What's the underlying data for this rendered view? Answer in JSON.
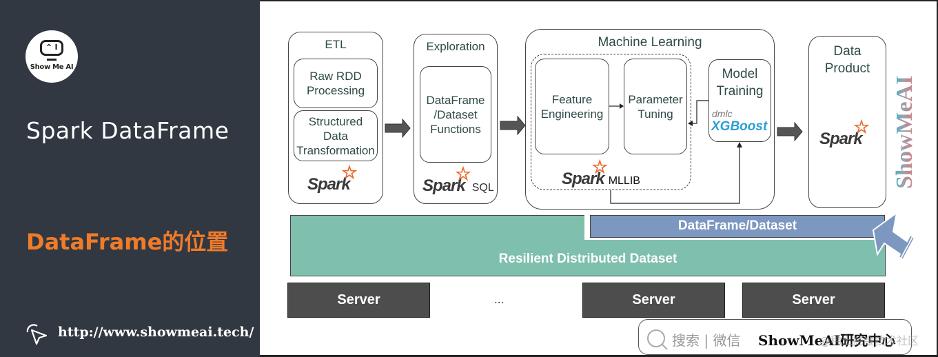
{
  "sidebar": {
    "logo_text": "Show Me AI",
    "logo_screen_text": "^ I",
    "title": "Spark DataFrame",
    "subtitle": "DataFrame的位置",
    "url": "http://www.showmeai.tech/",
    "accent_color": "#f07b29",
    "background_color": "#313842"
  },
  "diagram": {
    "etl": {
      "title": "ETL",
      "steps": [
        "Raw RDD\nProcessing",
        "Structured\nData\nTransformation"
      ],
      "logo": "Spark"
    },
    "exploration": {
      "title": "Exploration",
      "steps": [
        "DataFrame\n/Dataset\nFunctions"
      ],
      "logo": "Spark",
      "logo_suffix": "SQL"
    },
    "machine_learning": {
      "title": "Machine Learning",
      "feature_engineering": "Feature\nEngineering",
      "parameter_tuning": "Parameter\nTuning",
      "model_training": "Model\nTraining",
      "xgboost_prefix": "dmlc",
      "xgboost_label": "XGBoost",
      "logo": "Spark",
      "logo_suffix": "MLLIB"
    },
    "data_product": {
      "title": "Data\nProduct",
      "logo": "Spark"
    },
    "layers": {
      "dataframe": "DataFrame/Dataset",
      "rdd": "Resilient Distributed Dataset"
    },
    "servers": [
      "Server",
      "Server",
      "Server"
    ],
    "ellipsis": "...",
    "colors": {
      "rdd": "#7ebfad",
      "dataframe": "#7c97c0",
      "server": "#4d4d4d",
      "spark_star": "#e8692a",
      "xgboost": "#2a9fd6"
    }
  },
  "watermark": {
    "vertical_text": "ShowMeAI",
    "search_label": "搜索 | 微信",
    "search_brand": "ShowMeAI研究中心",
    "overlay_text": "@稀土掘金技术社区"
  }
}
